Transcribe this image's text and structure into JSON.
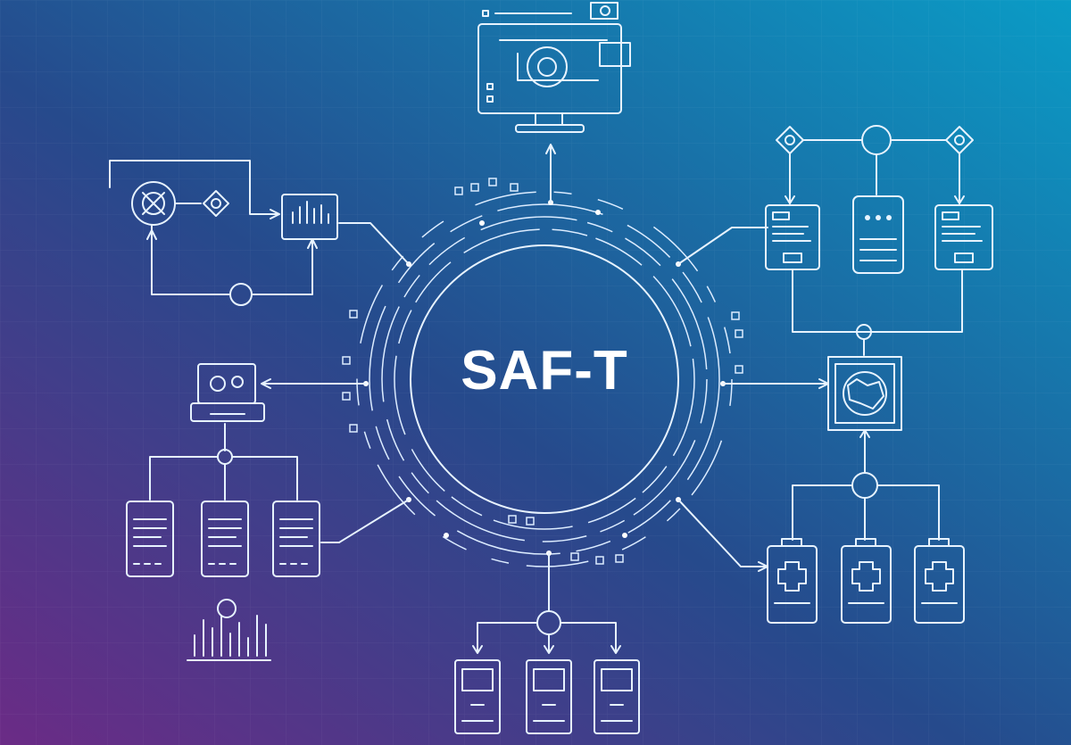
{
  "diagram": {
    "center_label": "SAF-T",
    "colors": {
      "bg_top_right": "#0a9cc6",
      "bg_mid": "#1f4c8a",
      "bg_bottom_left": "#6b2b86",
      "line": "#e7f3ff"
    },
    "nodes": [
      {
        "id": "top-monitor",
        "icon": "monitor-icon"
      },
      {
        "id": "right-top-servers",
        "icon": "server-icon"
      },
      {
        "id": "right-globe",
        "icon": "globe-icon"
      },
      {
        "id": "right-bottom-batteries",
        "icon": "battery-icon"
      },
      {
        "id": "bottom-computers",
        "icon": "computer-icon"
      },
      {
        "id": "left-documents",
        "icon": "document-icon"
      },
      {
        "id": "left-laptop",
        "icon": "laptop-icon"
      },
      {
        "id": "left-top-chart",
        "icon": "bar-chart-icon"
      },
      {
        "id": "left-bottom-histogram",
        "icon": "histogram-icon"
      }
    ]
  }
}
